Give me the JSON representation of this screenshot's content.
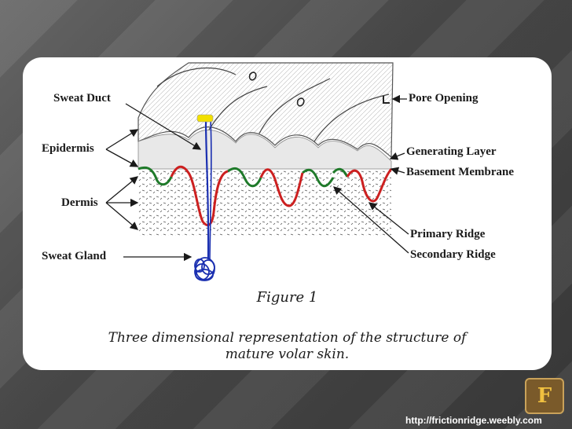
{
  "labels": {
    "sweat_duct": "Sweat Duct",
    "epidermis": "Epidermis",
    "dermis": "Dermis",
    "sweat_gland": "Sweat Gland",
    "pore_opening": "Pore Opening",
    "generating_layer": "Generating Layer",
    "basement_membrane": "Basement Membrane",
    "primary_ridge": "Primary Ridge",
    "secondary_ridge": "Secondary Ridge"
  },
  "figure": {
    "title": "Figure 1",
    "caption_line1": "Three dimensional representation of the  structure of",
    "caption_line2": "mature volar skin."
  },
  "footer": {
    "url": "http://frictionridge.weebly.com",
    "logo_letter": "F"
  },
  "colors": {
    "ridge_red": "#cc2020",
    "membrane_green": "#1f7a2a",
    "duct_blue": "#1a2fb0",
    "pore_yellow": "#f2e000"
  }
}
